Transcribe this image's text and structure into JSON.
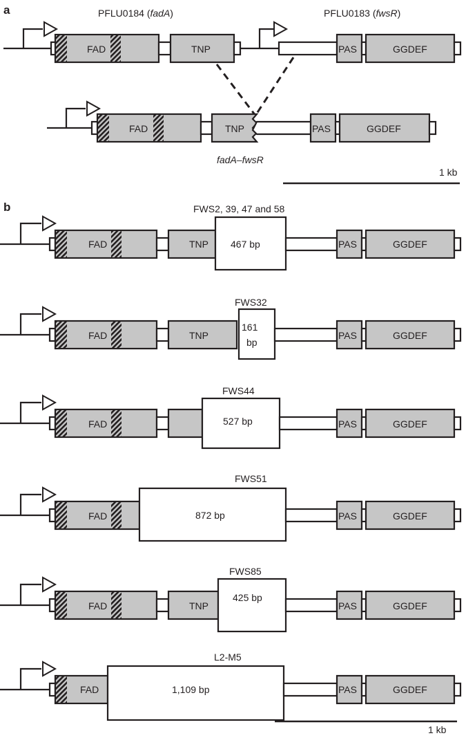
{
  "panels": {
    "a": "a",
    "b": "b"
  },
  "panel_a": {
    "gene_left": {
      "prefix": "PFLU0184 (",
      "name": "fadA",
      "suffix": ")"
    },
    "gene_right": {
      "prefix": "PFLU0183 (",
      "name": "fwsR",
      "suffix": ")"
    },
    "fusion_label": "fadA–fwsR",
    "scale_label": "1 kb"
  },
  "domains": {
    "fad": "FAD",
    "tnp": "TNP",
    "pas": "PAS",
    "ggdef": "GGDEF"
  },
  "panel_b": {
    "mutants": [
      {
        "name": "FWS2, 39, 47 and 58",
        "deletion": "467 bp"
      },
      {
        "name": "FWS32",
        "deletion_line1": "161",
        "deletion_line2": "bp"
      },
      {
        "name": "FWS44",
        "deletion": "527 bp"
      },
      {
        "name": "FWS51",
        "deletion": "872 bp"
      },
      {
        "name": "FWS85",
        "deletion": "425 bp"
      },
      {
        "name": "L2-M5",
        "deletion": "1,109 bp"
      }
    ],
    "scale_label": "1 kb"
  },
  "colors": {
    "domain_fill": "#c6c6c6",
    "stroke": "#231f20"
  }
}
